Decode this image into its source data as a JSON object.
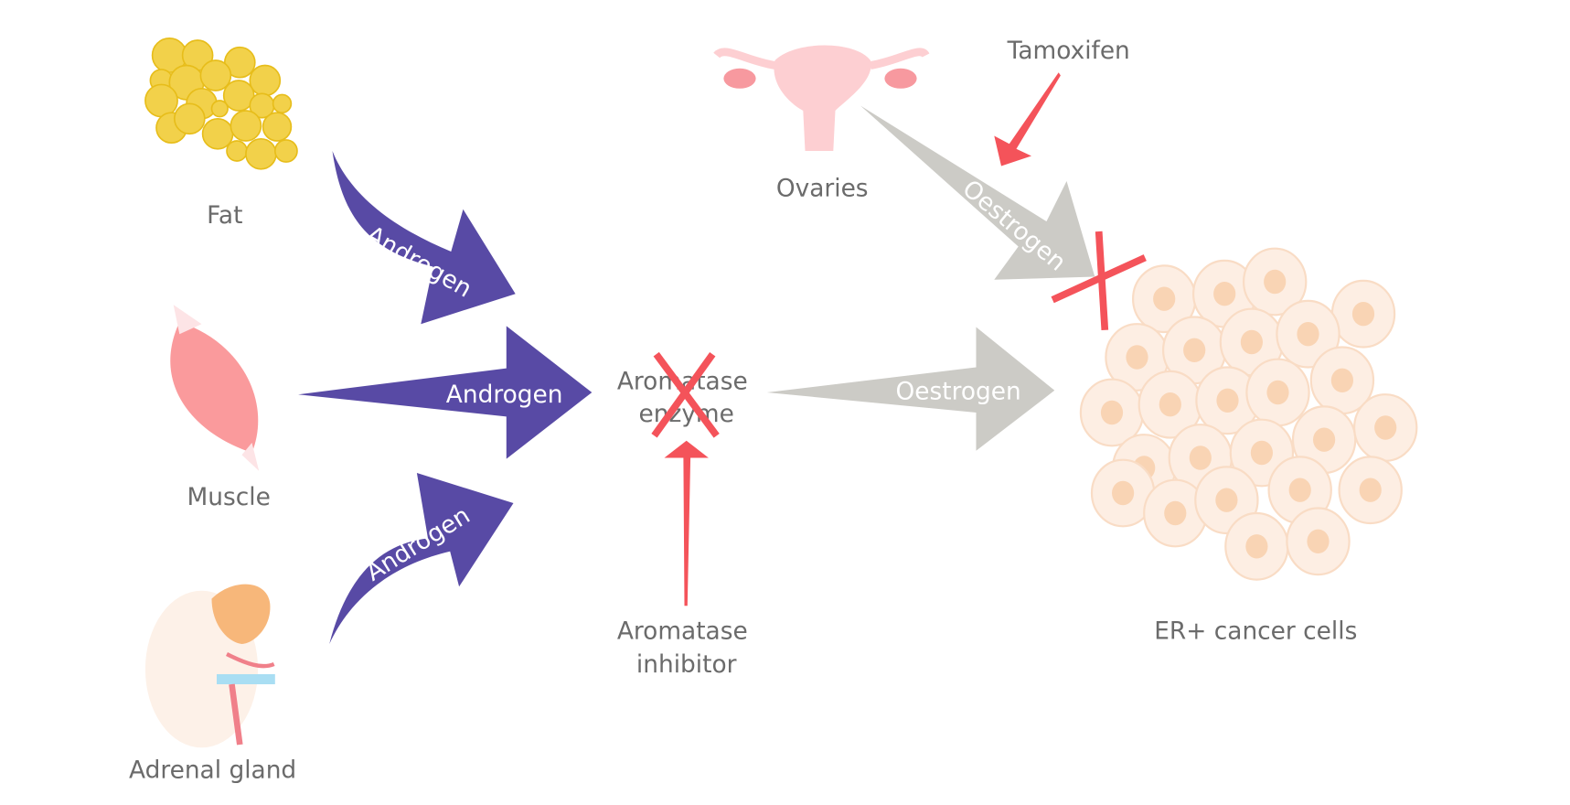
{
  "colors": {
    "androgen_arrow": "#584aa5",
    "oestrogen_arrow": "#cccbc6",
    "inhibitor_red": "#f4535a",
    "fat": "#f2d14a",
    "muscle": "#fa9a9c",
    "cells": "#fde7d6",
    "ovaries": "#fdcfd2",
    "label_text": "#6b6b6b"
  },
  "sources": {
    "fat": "Fat",
    "muscle": "Muscle",
    "adrenal": "Adrenal gland",
    "ovaries": "Ovaries"
  },
  "arrows": {
    "androgen_fat": "Androgen",
    "androgen_muscle": "Androgen",
    "androgen_adrenal": "Androgen",
    "oestrogen_enzyme": "Oestrogen",
    "oestrogen_ovaries": "Oestrogen"
  },
  "enzyme": {
    "line1": "Aromatase",
    "line2": "enzyme"
  },
  "inhibitor": {
    "line1": "Aromatase",
    "line2": "inhibitor"
  },
  "tamoxifen": "Tamoxifen",
  "target": "ER+ cancer cells"
}
